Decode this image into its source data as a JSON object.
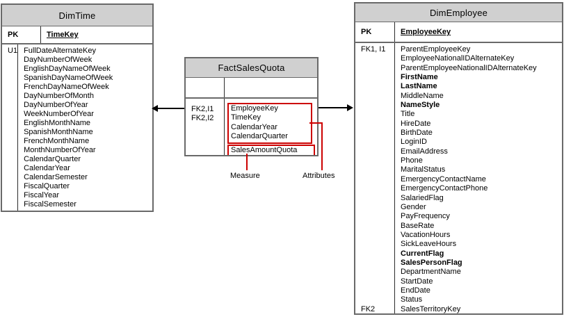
{
  "colors": {
    "header_bg": "#d0d0d0",
    "table_border": "#696969",
    "highlight_red": "#cc0000",
    "arrow_black": "#000000"
  },
  "dim_time": {
    "title": "DimTime",
    "pk_label": "PK",
    "pk_field": "TimeKey",
    "rows": [
      {
        "k": "U1",
        "a": "FullDateAlternateKey"
      },
      {
        "k": "",
        "a": "DayNumberOfWeek"
      },
      {
        "k": "",
        "a": "EnglishDayNameOfWeek"
      },
      {
        "k": "",
        "a": "SpanishDayNameOfWeek"
      },
      {
        "k": "",
        "a": "FrenchDayNameOfWeek"
      },
      {
        "k": "",
        "a": "DayNumberOfMonth"
      },
      {
        "k": "",
        "a": "DayNumberOfYear"
      },
      {
        "k": "",
        "a": "WeekNumberOfYear"
      },
      {
        "k": "",
        "a": "EnglishMonthName"
      },
      {
        "k": "",
        "a": "SpanishMonthName"
      },
      {
        "k": "",
        "a": "FrenchMonthName"
      },
      {
        "k": "",
        "a": "MonthNumberOfYear"
      },
      {
        "k": "",
        "a": "CalendarQuarter"
      },
      {
        "k": "",
        "a": "CalendarYear"
      },
      {
        "k": "",
        "a": "CalendarSemester"
      },
      {
        "k": "",
        "a": "FiscalQuarter"
      },
      {
        "k": "",
        "a": "FiscalYear"
      },
      {
        "k": "",
        "a": "FiscalSemester"
      }
    ],
    "bold_attributes": []
  },
  "fact_sales_quota": {
    "title": "FactSalesQuota",
    "key_rows": [
      {
        "k": "FK2,I1"
      },
      {
        "k": "FK2,I2"
      }
    ],
    "attribute_box_items": [
      "EmployeeKey",
      "TimeKey",
      "CalendarYear",
      "CalendarQuarter"
    ],
    "measure_box_items": [
      "SalesAmountQuota"
    ],
    "measure_callout": "Measure",
    "attributes_callout": "Attributes"
  },
  "dim_employee": {
    "title": "DimEmployee",
    "pk_label": "PK",
    "pk_field": "EmployeeKey",
    "rows": [
      {
        "k": "FK1, I1",
        "a": "ParentEmployeeKey"
      },
      {
        "k": "",
        "a": "EmployeeNationalIDAlternateKey"
      },
      {
        "k": "",
        "a": "ParentEmployeeNationalIDAlternateKey"
      },
      {
        "k": "",
        "a": "FirstName"
      },
      {
        "k": "",
        "a": "LastName"
      },
      {
        "k": "",
        "a": "MiddleName"
      },
      {
        "k": "",
        "a": "NameStyle"
      },
      {
        "k": "",
        "a": "Title"
      },
      {
        "k": "",
        "a": "HireDate"
      },
      {
        "k": "",
        "a": "BirthDate"
      },
      {
        "k": "",
        "a": "LoginID"
      },
      {
        "k": "",
        "a": "EmailAddress"
      },
      {
        "k": "",
        "a": "Phone"
      },
      {
        "k": "",
        "a": "MaritalStatus"
      },
      {
        "k": "",
        "a": "EmergencyContactName"
      },
      {
        "k": "",
        "a": "EmergencyContactPhone"
      },
      {
        "k": "",
        "a": "SalariedFlag"
      },
      {
        "k": "",
        "a": "Gender"
      },
      {
        "k": "",
        "a": "PayFrequency"
      },
      {
        "k": "",
        "a": "BaseRate"
      },
      {
        "k": "",
        "a": "VacationHours"
      },
      {
        "k": "",
        "a": "SickLeaveHours"
      },
      {
        "k": "",
        "a": "CurrentFlag"
      },
      {
        "k": "",
        "a": "SalesPersonFlag"
      },
      {
        "k": "",
        "a": "DepartmentName"
      },
      {
        "k": "",
        "a": "StartDate"
      },
      {
        "k": "",
        "a": "EndDate"
      },
      {
        "k": "",
        "a": "Status"
      },
      {
        "k": "FK2",
        "a": "SalesTerritoryKey"
      }
    ],
    "bold_attributes": [
      "FirstName",
      "LastName",
      "NameStyle",
      "CurrentFlag",
      "SalesPersonFlag"
    ]
  }
}
